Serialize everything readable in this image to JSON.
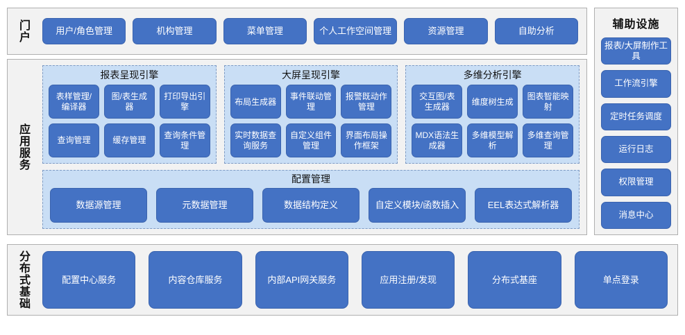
{
  "portal": {
    "caption": "门户",
    "items": [
      {
        "label": "用户/角色管理"
      },
      {
        "label": "机构管理"
      },
      {
        "label": "菜单管理"
      },
      {
        "label": "个人工作空间管理"
      },
      {
        "label": "资源管理"
      },
      {
        "label": "自助分析"
      }
    ]
  },
  "app_services": {
    "caption": "应用服务",
    "engines": [
      {
        "title": "报表呈现引擎",
        "items": [
          {
            "label": "表样管理/编译器"
          },
          {
            "label": "图/表生成器"
          },
          {
            "label": "打印导出引擎"
          },
          {
            "label": "查询管理"
          },
          {
            "label": "缓存管理"
          },
          {
            "label": "查询条件管理"
          }
        ]
      },
      {
        "title": "大屏呈现引擎",
        "items": [
          {
            "label": "布局生成器"
          },
          {
            "label": "事件联动管理"
          },
          {
            "label": "报警既动作管理"
          },
          {
            "label": "实时数据查询服务"
          },
          {
            "label": "自定义组件管理"
          },
          {
            "label": "界面布局操作框架"
          }
        ]
      },
      {
        "title": "多维分析引擎",
        "items": [
          {
            "label": "交互图/表生成器"
          },
          {
            "label": "维度树生成"
          },
          {
            "label": "图表智能映射"
          },
          {
            "label": "MDX语法生成器"
          },
          {
            "label": "多维模型解析"
          },
          {
            "label": "多维查询管理"
          }
        ]
      }
    ],
    "config": {
      "title": "配置管理",
      "items": [
        {
          "label": "数据源管理"
        },
        {
          "label": "元数据管理"
        },
        {
          "label": "数据结构定义"
        },
        {
          "label": "自定义模块/函数插入"
        },
        {
          "label": "EEL表达式解析器"
        }
      ]
    }
  },
  "aux": {
    "title": "辅助设施",
    "items": [
      {
        "label": "报表/大屏制作工具"
      },
      {
        "label": "工作流引擎"
      },
      {
        "label": "定时任务调度"
      },
      {
        "label": "运行日志"
      },
      {
        "label": "权限管理"
      },
      {
        "label": "消息中心"
      }
    ]
  },
  "base": {
    "caption": "分布式基础",
    "items": [
      {
        "label": "配置中心服务"
      },
      {
        "label": "内容仓库服务"
      },
      {
        "label": "内部API网关服务"
      },
      {
        "label": "应用注册/发现"
      },
      {
        "label": "分布式基座"
      },
      {
        "label": "单点登录"
      }
    ]
  },
  "colors": {
    "button_fill": "#4472C4",
    "panel_fill": "#C9DEF5",
    "section_fill": "#F2F2F2",
    "section_border": "#AFAFAF",
    "panel_border": "#7E9BC4",
    "text_light": "#FFFFFF",
    "text_dark": "#111111"
  }
}
